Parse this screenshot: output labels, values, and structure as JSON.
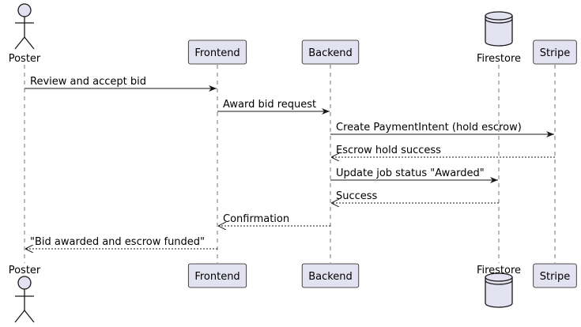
{
  "participants": [
    {
      "id": "poster",
      "label": "Poster",
      "kind": "actor"
    },
    {
      "id": "frontend",
      "label": "Frontend",
      "kind": "participant"
    },
    {
      "id": "backend",
      "label": "Backend",
      "kind": "participant"
    },
    {
      "id": "firestore",
      "label": "Firestore",
      "kind": "database"
    },
    {
      "id": "stripe",
      "label": "Stripe",
      "kind": "participant"
    }
  ],
  "messages": [
    {
      "from": "poster",
      "to": "frontend",
      "label": "Review and accept bid",
      "style": "solid"
    },
    {
      "from": "frontend",
      "to": "backend",
      "label": "Award bid request",
      "style": "solid"
    },
    {
      "from": "backend",
      "to": "stripe",
      "label": "Create PaymentIntent (hold escrow)",
      "style": "solid"
    },
    {
      "from": "stripe",
      "to": "backend",
      "label": "Escrow hold success",
      "style": "dashed"
    },
    {
      "from": "backend",
      "to": "firestore",
      "label": "Update job status \"Awarded\"",
      "style": "solid"
    },
    {
      "from": "firestore",
      "to": "backend",
      "label": "Success",
      "style": "dashed"
    },
    {
      "from": "backend",
      "to": "frontend",
      "label": "Confirmation",
      "style": "dashed"
    },
    {
      "from": "frontend",
      "to": "poster",
      "label": "\"Bid awarded and escrow funded\"",
      "style": "dashed"
    }
  ],
  "colors": {
    "box_fill": "#E2E2F0",
    "box_stroke": "#181818",
    "line": "#181818",
    "text": "#000000"
  }
}
